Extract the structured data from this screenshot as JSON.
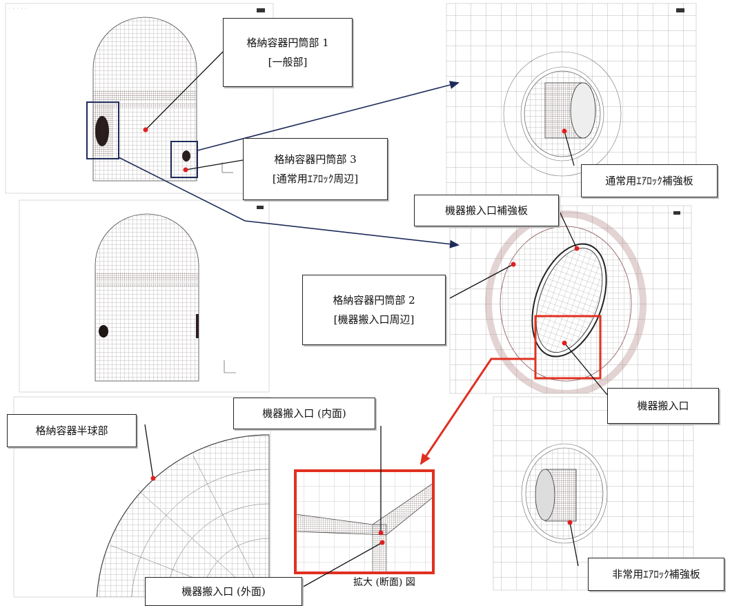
{
  "colors": {
    "mesh": "#5a4a4a",
    "mesh_dense": "#3a2a2a",
    "highlight_red": "#e03020",
    "frame_navy": "#1e2a5a",
    "leader": "#111111",
    "dot_red": "#e02020"
  },
  "labels": {
    "cyl1_line1": "格納容器円筒部 1",
    "cyl1_line2": "[一般部]",
    "cyl3_line1": "格納容器円筒部 3",
    "cyl3_line2": "[通常用ｴｱﾛｯｸ周辺]",
    "normal_airlock_plate": "通常用ｴｱﾛｯｸ補強板",
    "equip_hatch_plate": "機器搬入口補強板",
    "cyl2_line1": "格納容器円筒部 2",
    "cyl2_line2": "[機器搬入口周辺]",
    "equip_hatch": "機器搬入口",
    "hemisphere": "格納容器半球部",
    "hatch_inner": "機器搬入口 (内面)",
    "hatch_outer": "機器搬入口 (外面)",
    "enlarged_section": "拡大 (断面) 図"
  }
}
